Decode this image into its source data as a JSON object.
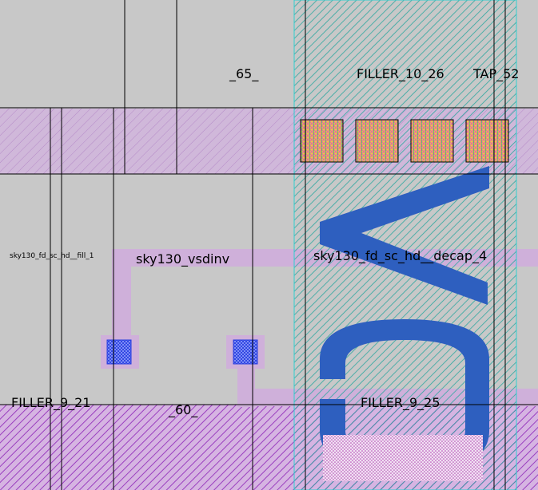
{
  "labels": {
    "cell_65": "_65_",
    "filler_10_26": "FILLER_10_26",
    "tap_52": "TAP_52",
    "fill_1": "sky130_fd_sc_hd__fill_1",
    "vsdinv": "sky130_vsdinv",
    "decap_4": "sky130_fd_sc_hd__decap_4",
    "filler_9_21": "FILLER_9_21",
    "cell_60": "_60_",
    "filler_9_25": "FILLER_9_25"
  },
  "glyph_text": "VG",
  "colors": {
    "background": "#c8c8c8",
    "metal_purple": "#c9a6d9",
    "hatch_purple": "#9a3fbf",
    "cell_teal": "#2fa7a0",
    "glyph_blue": "#2e5fbf",
    "via_yellow": "#e8c848",
    "via_pink": "#e060b0",
    "contact_blue": "#2a3fe0"
  }
}
